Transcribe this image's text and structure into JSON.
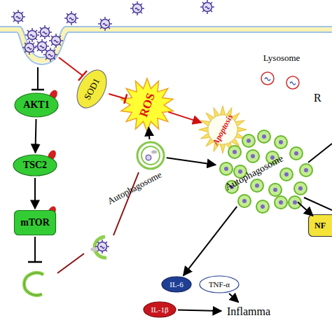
{
  "diagram": {
    "nodes": [
      {
        "text": [
          "SOD1"
        ]
      },
      {
        "text": [
          "AKT1"
        ]
      },
      {
        "text": [
          "ROS"
        ]
      },
      {
        "text": [
          "Lysosome"
        ]
      },
      {
        "text": [
          "Apoptosis"
        ]
      },
      {
        "text": [
          "TSC2"
        ]
      },
      {
        "text": [
          "Autophagosome"
        ]
      },
      {
        "text": [
          "Autophagosome"
        ]
      },
      {
        "text": [
          "mTOR"
        ]
      },
      {
        "text": [
          "NF"
        ]
      },
      {
        "text": [
          "IL-6"
        ]
      },
      {
        "text": [
          "TNF-α"
        ]
      },
      {
        "text": [
          "IL-1β"
        ]
      },
      {
        "text": [
          "Inflamma"
        ]
      }
    ],
    "edges": [
      {
        "from": 1,
        "to": 5,
        "arrow": "to"
      },
      {
        "from": 5,
        "to": 8,
        "arrow": "to"
      },
      {
        "from": 0,
        "to": 2,
        "arrow": "to"
      },
      {
        "from": 2,
        "to": 4,
        "arrow": "to"
      },
      {
        "from": 6,
        "to": 2,
        "arrow": "to"
      },
      {
        "from": 6,
        "to": 7,
        "arrow": "to"
      },
      {
        "from": 7,
        "to": 9,
        "arrow": "to"
      },
      {
        "from": 7,
        "to": 10,
        "arrow": "to"
      },
      {
        "from": 11,
        "to": 13,
        "arrow": "to"
      },
      {
        "from": 12,
        "to": 13,
        "arrow": "to"
      }
    ],
    "labels": [
      "R"
    ]
  }
}
